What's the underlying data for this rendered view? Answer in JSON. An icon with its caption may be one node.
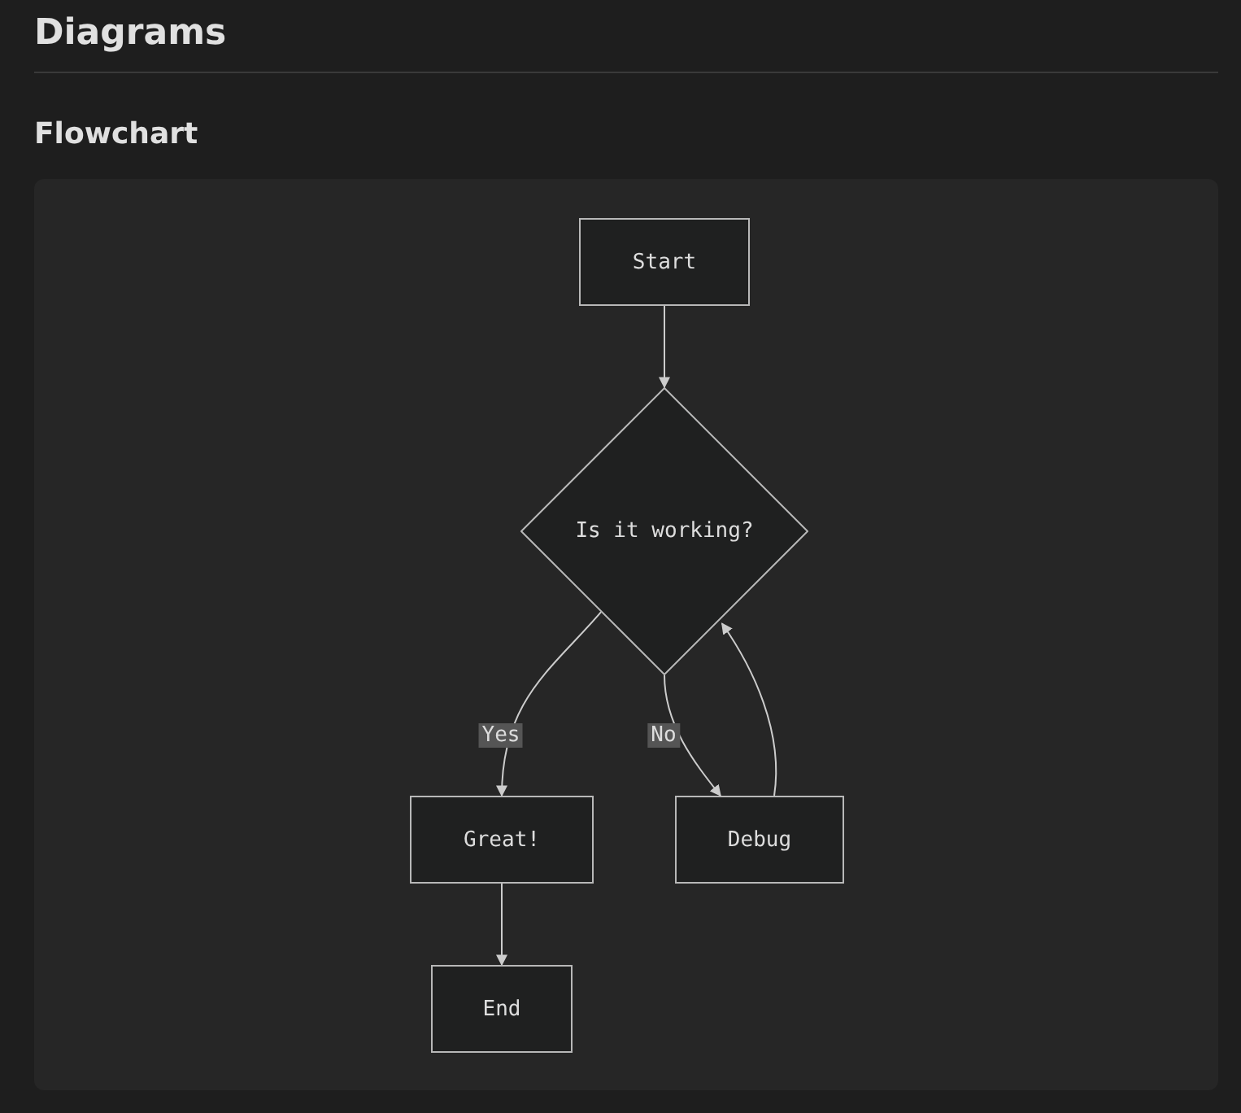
{
  "diagram": {
    "title": "Diagrams",
    "labels": [
      "Flowchart"
    ],
    "nodes": [
      {
        "text": [
          "Start"
        ]
      },
      {
        "text": [
          "Is it working?"
        ]
      },
      {
        "text": [
          "Great!"
        ]
      },
      {
        "text": [
          "Debug"
        ]
      },
      {
        "text": [
          "End"
        ]
      }
    ],
    "edges": [
      {
        "from": 0,
        "to": 1,
        "arrow": "to"
      },
      {
        "from": 1,
        "to": 2,
        "arrow": "to",
        "label": "Yes"
      },
      {
        "from": 1,
        "to": 3,
        "arrow": "to",
        "label": "No"
      },
      {
        "from": 3,
        "to": 1,
        "arrow": "to"
      },
      {
        "from": 2,
        "to": 4,
        "arrow": "to"
      }
    ]
  }
}
